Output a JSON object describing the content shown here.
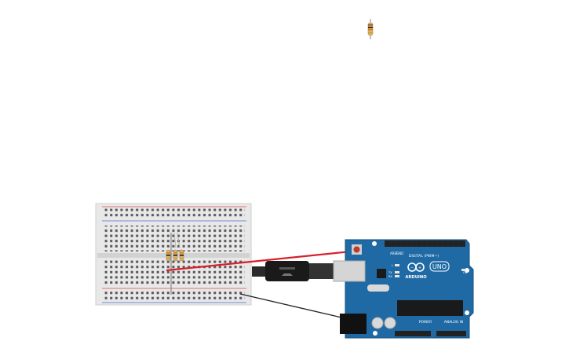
{
  "board": {
    "logo_brand": "ARDUINO",
    "logo_model": "UNO",
    "digital_label": "DIGITAL (PWM~)",
    "power_label": "POWER",
    "analog_label": "ANALOG IN",
    "led_labels": [
      "L",
      "TX",
      "RX"
    ],
    "pin_label_aref": "AREF",
    "pin_label_gnd": "GND",
    "pin_label_on": "ON"
  },
  "colors": {
    "board_blue": "#1f6aa5",
    "board_dark": "#16517f",
    "breadboard": "#e8e8e8",
    "rail_red": "#e04a4a",
    "rail_blue": "#4a6fd0",
    "wire_red": "#d7202a",
    "wire_black": "#222222",
    "usb_cable": "#222222",
    "resistor_body": "#d9b57a"
  },
  "components": [
    {
      "name": "floating-resistor"
    },
    {
      "name": "breadboard"
    },
    {
      "name": "arduino-uno"
    },
    {
      "name": "usb-cable"
    },
    {
      "name": "power-wire-red"
    },
    {
      "name": "ground-wire-black"
    }
  ]
}
